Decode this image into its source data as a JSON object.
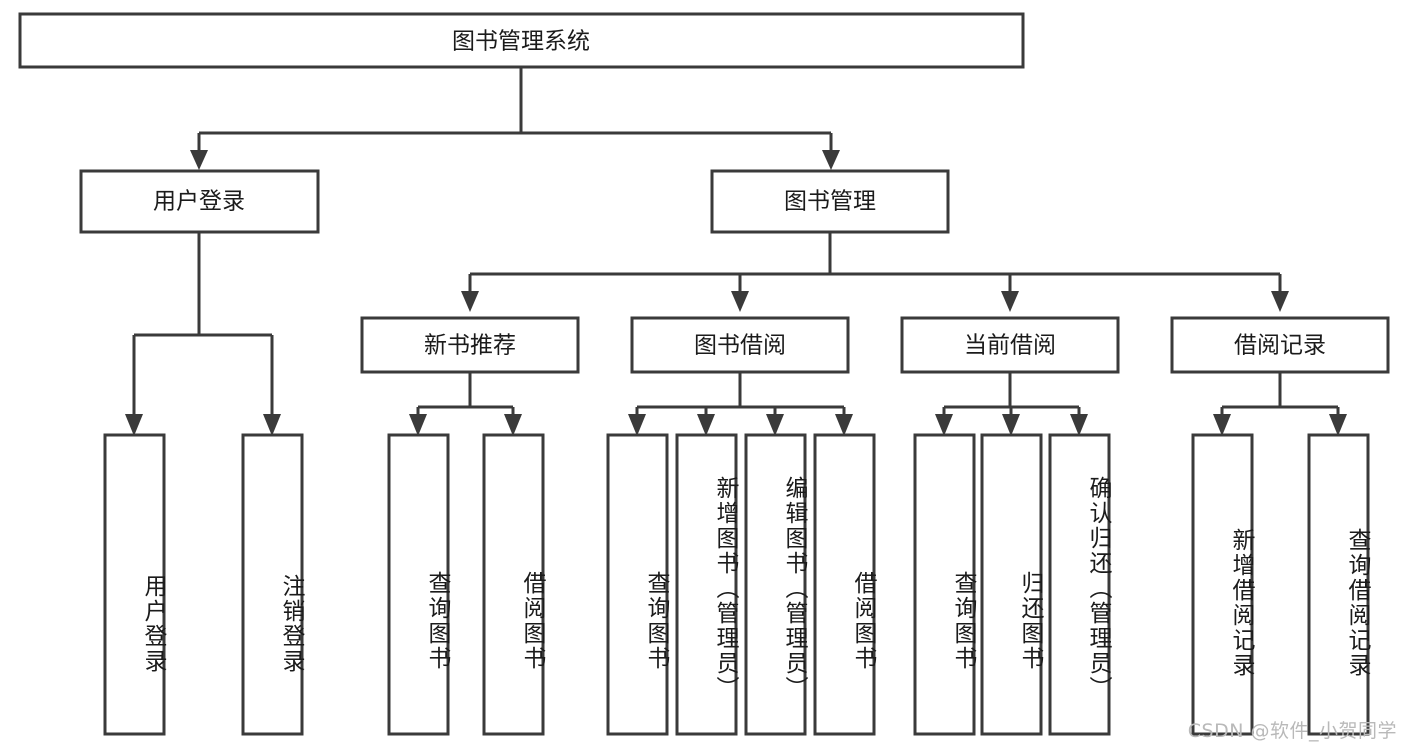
{
  "diagram": {
    "title": "图书管理系统",
    "type": "tree-hierarchy-diagram",
    "colors": {
      "box_stroke": "#3a3a3a",
      "box_fill": "#ffffff",
      "text": "#1b1b1b",
      "background": "#ffffff",
      "watermark": "#b9b9b9"
    },
    "root": {
      "label": "图书管理系统"
    },
    "level2": [
      {
        "label": "用户登录"
      },
      {
        "label": "图书管理"
      }
    ],
    "level3": [
      {
        "label": "新书推荐"
      },
      {
        "label": "图书借阅"
      },
      {
        "label": "当前借阅"
      },
      {
        "label": "借阅记录"
      }
    ],
    "leaves": {
      "user_login": [
        {
          "label": "用户登录"
        },
        {
          "label": "注销登录"
        }
      ],
      "new_book_recommend": [
        {
          "label": "查询图书"
        },
        {
          "label": "借阅图书"
        }
      ],
      "book_borrow": [
        {
          "label": "查询图书"
        },
        {
          "label": "新增图书（管理员）"
        },
        {
          "label": "编辑图书（管理员）"
        },
        {
          "label": "借阅图书"
        }
      ],
      "current_borrow": [
        {
          "label": "查询图书"
        },
        {
          "label": "归还图书"
        },
        {
          "label": "确认归还（管理员）"
        }
      ],
      "borrow_record": [
        {
          "label": "新增借阅记录"
        },
        {
          "label": "查询借阅记录"
        }
      ]
    },
    "watermark": "CSDN @软件_小贺同学"
  }
}
